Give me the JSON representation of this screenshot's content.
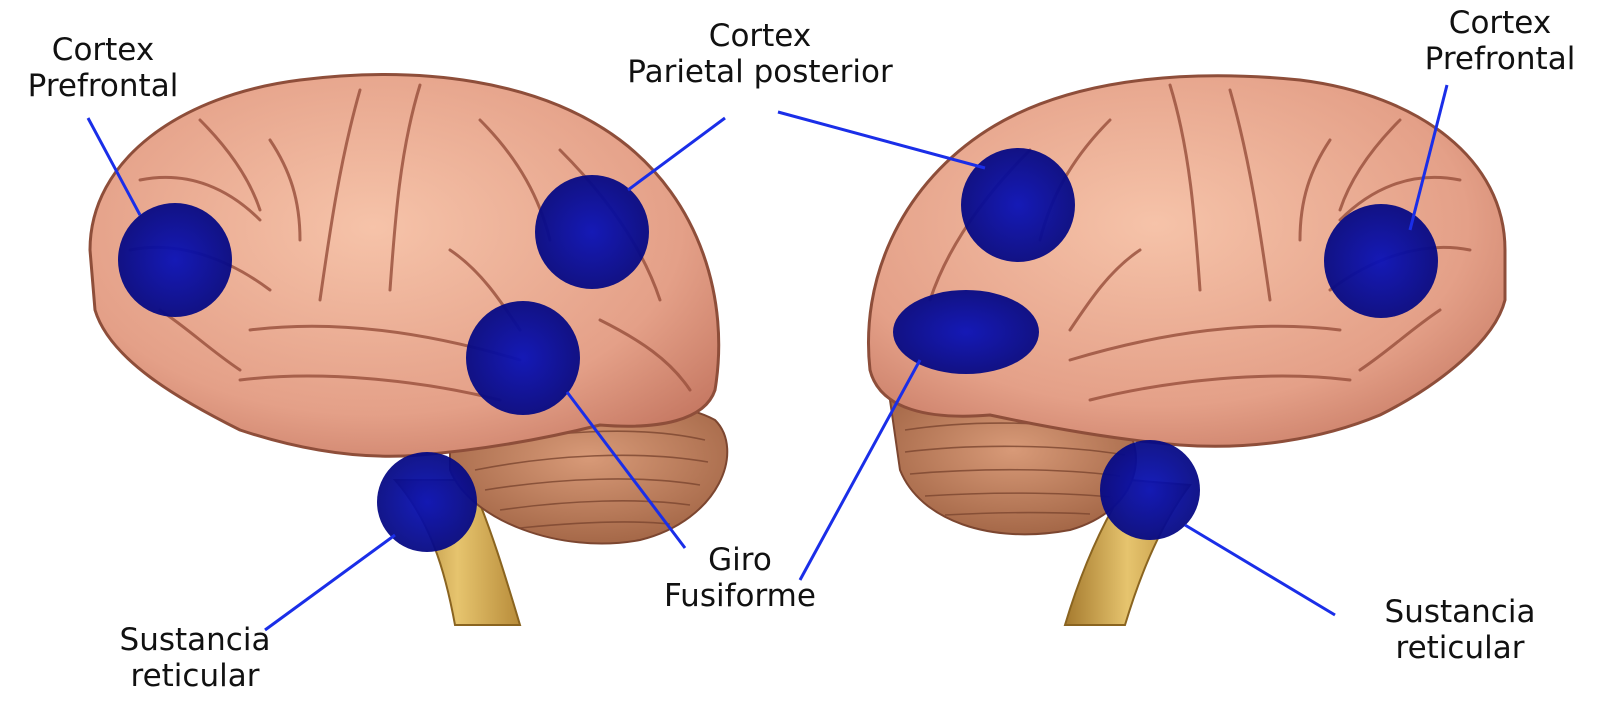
{
  "labels": {
    "prefrontal_left": {
      "line1": "Cortex",
      "line2": "Prefrontal"
    },
    "parietal_posterior": {
      "line1": "Cortex",
      "line2": "Parietal posterior"
    },
    "prefrontal_right": {
      "line1": "Cortex",
      "line2": "Prefrontal"
    },
    "fusiform": {
      "line1": "Giro",
      "line2": "Fusiforme"
    },
    "reticular_left": {
      "line1": "Sustancia",
      "line2": "reticular"
    },
    "reticular_right": {
      "line1": "Sustancia",
      "line2": "reticular"
    }
  },
  "colors": {
    "highlight": "#0a0fb0",
    "leader_line": "#1a2ee8",
    "brain_fill": "#e6a58a",
    "brain_gyri": "#a85a45",
    "cerebellum": "#c98a6a",
    "brainstem": "#d8b46a"
  }
}
